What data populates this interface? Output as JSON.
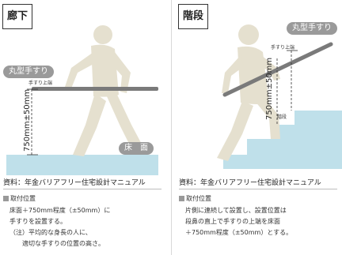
{
  "left": {
    "title": "廊下",
    "handrail_label": "丸型手すり",
    "handrail_top_label": "手すり上端",
    "height_label": "750mm±50mm",
    "floor_label": "床　面",
    "source": "資料：年金バリアフリー住宅設計マニュアル",
    "section_head": "取付位置",
    "lines": [
      "床面＋750mm程度（±50mm）に",
      "手すりを設置する。",
      "（注）平均的な身長の人に、",
      "　　適切な手すりの位置の高さ。"
    ]
  },
  "right": {
    "title": "階段",
    "handrail_label": "丸型手すり",
    "handrail_top_label": "手すり上端",
    "height_label": "750mm±50mm",
    "step_label": "階段",
    "source": "資料：年金バリアフリー住宅設計マニュアル",
    "section_head": "取付位置",
    "lines": [
      "片側に連続して設置し、設置位置は",
      "段鼻の直上で手すりの上端を床面",
      "＋750mm程度（±50mm）とする。"
    ]
  },
  "colors": {
    "figure": "#e5e0cf",
    "floor": "#bfe0ea",
    "rail": "#7a7a7a",
    "pill": "#9a9a9a"
  }
}
